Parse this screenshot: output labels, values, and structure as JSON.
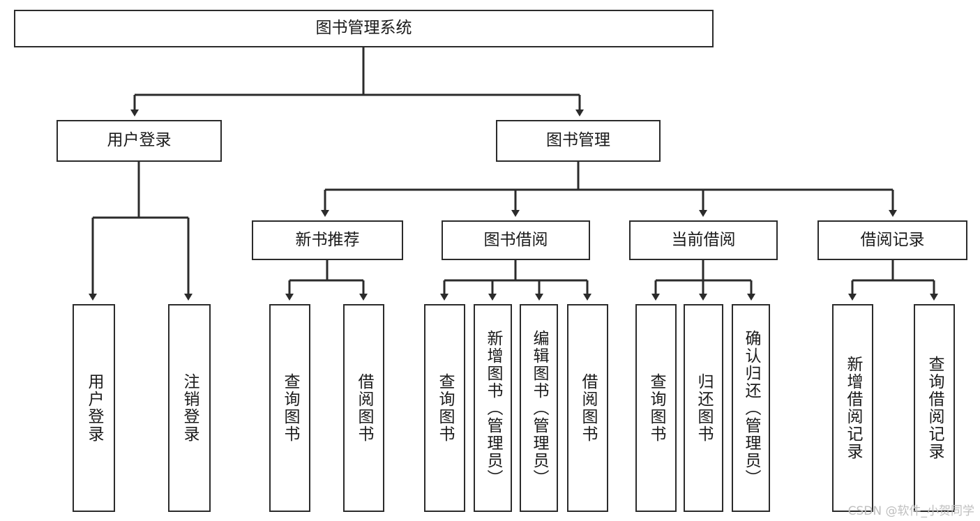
{
  "diagram": {
    "type": "tree",
    "title": "图书管理系统",
    "orientation": "top-down",
    "colors": {
      "box_border": "#2b2b2b",
      "box_fill": "#ffffff",
      "edge": "#2b2b2b",
      "text": "#1a1a1a",
      "watermark": "#bfbfbf"
    }
  },
  "root": {
    "label": "图书管理系统"
  },
  "level1": [
    {
      "label": "用户登录"
    },
    {
      "label": "图书管理"
    }
  ],
  "level2": [
    {
      "label": "新书推荐"
    },
    {
      "label": "图书借阅"
    },
    {
      "label": "当前借阅"
    },
    {
      "label": "借阅记录"
    }
  ],
  "leaves": {
    "user_login": [
      {
        "label": "用户登录"
      },
      {
        "label": "注销登录"
      }
    ],
    "new_book": [
      {
        "label": "查询图书"
      },
      {
        "label": "借阅图书"
      }
    ],
    "book_borrow": [
      {
        "label": "查询图书"
      },
      {
        "label": "新增图书（管理员）"
      },
      {
        "label": "编辑图书（管理员）"
      },
      {
        "label": "借阅图书"
      }
    ],
    "current_borrow": [
      {
        "label": "查询图书"
      },
      {
        "label": "归还图书"
      },
      {
        "label": "确认归还（管理员）"
      }
    ],
    "borrow_record": [
      {
        "label": "新增借阅记录"
      },
      {
        "label": "查询借阅记录"
      }
    ]
  },
  "watermark": {
    "text": "CSDN @软件_小贺同学"
  }
}
